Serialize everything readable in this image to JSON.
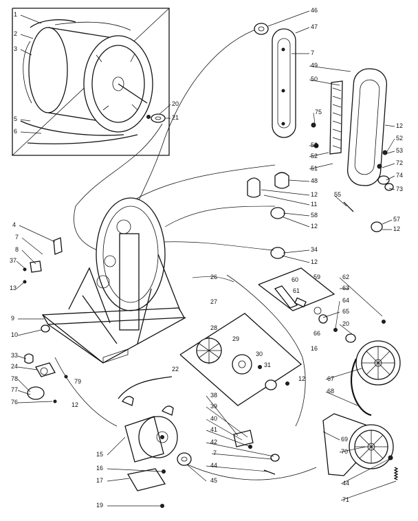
{
  "diagram": {
    "part_labels": [
      "1",
      "2",
      "3",
      "5",
      "6",
      "20",
      "21",
      "46",
      "47",
      "7",
      "49",
      "50",
      "75",
      "52",
      "52",
      "51",
      "12",
      "52",
      "53",
      "72",
      "74",
      "73",
      "48",
      "12",
      "11",
      "58",
      "12",
      "55",
      "57",
      "12",
      "4",
      "7",
      "8",
      "37",
      "13",
      "34",
      "12",
      "26",
      "59",
      "60",
      "61",
      "62",
      "63",
      "64",
      "65",
      "20",
      "66",
      "16",
      "9",
      "10",
      "27",
      "28",
      "29",
      "30",
      "31",
      "12",
      "67",
      "68",
      "33",
      "24",
      "78",
      "77",
      "76",
      "79",
      "12",
      "22",
      "38",
      "39",
      "40",
      "41",
      "42",
      "7",
      "44",
      "45",
      "69",
      "70",
      "44",
      "71",
      "15",
      "16",
      "17",
      "19"
    ]
  }
}
